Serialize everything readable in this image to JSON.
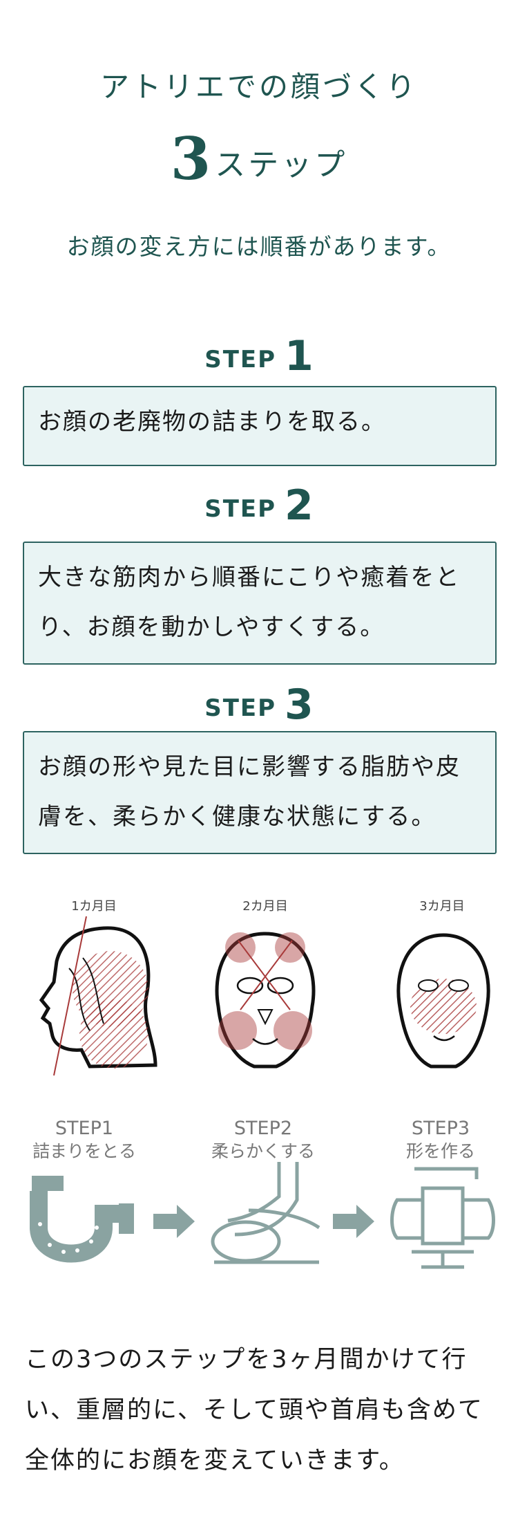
{
  "header": {
    "title_line1": "アトリエでの顔づくり",
    "title_num": "3",
    "title_word": "ステップ",
    "lead": "お顔の変え方には順番があります。"
  },
  "steps": [
    {
      "label": "STEP",
      "number": "1",
      "text": "お顔の老廃物の詰まりを取る。"
    },
    {
      "label": "STEP",
      "number": "2",
      "text": "大きな筋肉から順番にこりや癒着をとり、お顔を動かしやすくする。"
    },
    {
      "label": "STEP",
      "number": "3",
      "text": "お顔の形や見た目に影響する脂肪や皮膚を、柔らかく健康な状態にする。"
    }
  ],
  "illustration": {
    "months": [
      "1カ月目",
      "2カ月目",
      "3カ月目"
    ],
    "phases": [
      {
        "step": "STEP1",
        "caption": "詰まりをとる"
      },
      {
        "step": "STEP2",
        "caption": "柔らかくする"
      },
      {
        "step": "STEP3",
        "caption": "形を作る"
      }
    ],
    "colors": {
      "gray_icon": "#8aa3a1",
      "muscle_red": "#a83a3a",
      "ink": "#111111"
    }
  },
  "closing": "この3つのステップを3ヶ月間かけて行い、重層的に、そして頭や首肩も含めて全体的にお顔を変えていきます。"
}
